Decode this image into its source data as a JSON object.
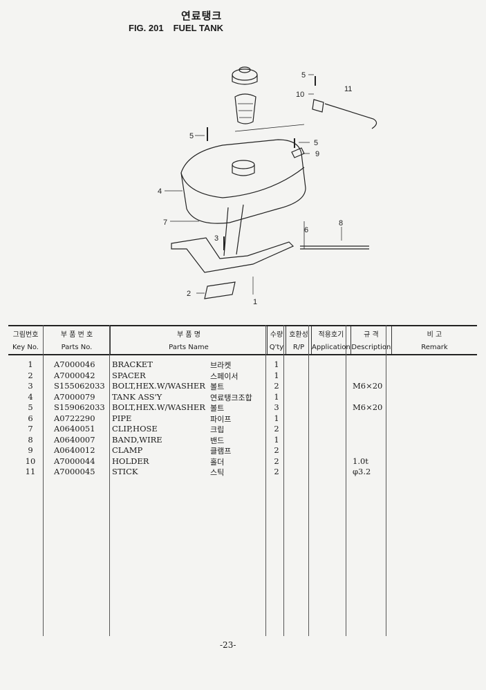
{
  "title": {
    "korean": "연료탱크",
    "fig": "FIG. 201",
    "name": "FUEL TANK"
  },
  "callouts": [
    "1",
    "2",
    "3",
    "4",
    "5",
    "5",
    "5",
    "6",
    "7",
    "8",
    "9",
    "10",
    "11"
  ],
  "header": {
    "key_ko": "그림번호",
    "key_en": "Key No.",
    "parts_no_ko": "부 품 번 호",
    "parts_no_en": "Parts No.",
    "name_ko": "부 품 명",
    "name_en": "Parts Name",
    "qty_ko": "수량",
    "qty_en": "Q'ty",
    "rp_ko": "호환성",
    "rp_en": "R/P",
    "app_ko": "적용호기",
    "app_en": "Application",
    "desc_ko": "규 격",
    "desc_en": "Description",
    "remark_ko": "비 고",
    "remark_en": "Remark"
  },
  "parts": [
    {
      "key": "1",
      "no": "A7000046",
      "name": "BRACKET",
      "ko": "브라켓",
      "qty": "1",
      "desc": ""
    },
    {
      "key": "2",
      "no": "A7000042",
      "name": "SPACER",
      "ko": "스페이서",
      "qty": "1",
      "desc": ""
    },
    {
      "key": "3",
      "no": "S155062033",
      "name": "BOLT,HEX.W/WASHER",
      "ko": "볼트",
      "qty": "2",
      "desc": "M6×20"
    },
    {
      "key": "4",
      "no": "A7000079",
      "name": "TANK ASS'Y",
      "ko": "연료탱크조합",
      "qty": "1",
      "desc": ""
    },
    {
      "key": "5",
      "no": "S159062033",
      "name": "BOLT,HEX.W/WASHER",
      "ko": "볼트",
      "qty": "3",
      "desc": "M6×20"
    },
    {
      "key": "6",
      "no": "A0722290",
      "name": "PIPE",
      "ko": "파이프",
      "qty": "1",
      "desc": ""
    },
    {
      "key": "7",
      "no": "A0640051",
      "name": "CLIP,HOSE",
      "ko": "크립",
      "qty": "2",
      "desc": ""
    },
    {
      "key": "8",
      "no": "A0640007",
      "name": "BAND,WIRE",
      "ko": "밴드",
      "qty": "1",
      "desc": ""
    },
    {
      "key": "9",
      "no": "A0640012",
      "name": "CLAMP",
      "ko": "클램프",
      "qty": "2",
      "desc": ""
    },
    {
      "key": "10",
      "no": "A7000044",
      "name": "HOLDER",
      "ko": "홀더",
      "qty": "2",
      "desc": "1.0t"
    },
    {
      "key": "11",
      "no": "A7000045",
      "name": "STICK",
      "ko": "스틱",
      "qty": "2",
      "desc": "φ3.2"
    }
  ],
  "page_number": "-23-"
}
